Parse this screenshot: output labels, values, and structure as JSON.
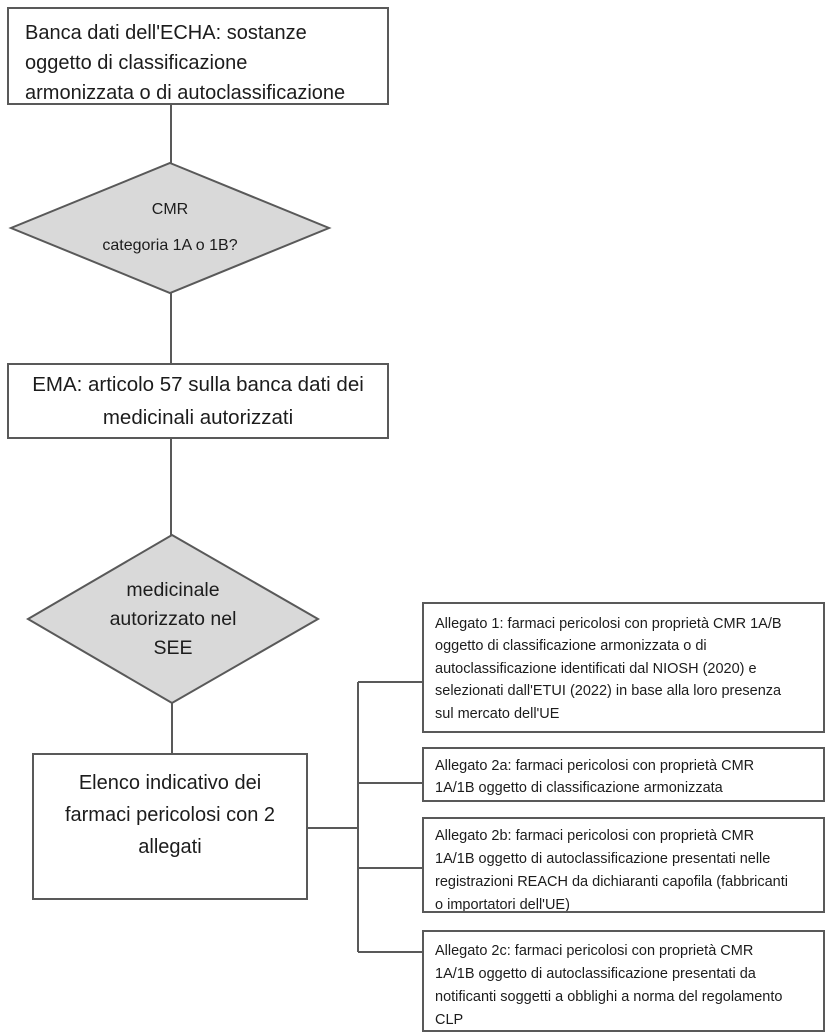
{
  "diagram": {
    "kind": "flowchart",
    "language": "it",
    "colors": {
      "background": "#ffffff",
      "border": "#595959",
      "connector": "#595959",
      "diamond_fill": "#d9d9d9",
      "text": "#1c1c1c"
    },
    "nodes": {
      "echa": {
        "type": "process",
        "lines": [
          "Banca dati dell'ECHA: sostanze",
          "oggetto di classificazione",
          "armonizzata o di autoclassificazione"
        ]
      },
      "cmr_decision": {
        "type": "decision",
        "lines": [
          "CMR",
          "categoria 1A o 1B?"
        ]
      },
      "ema": {
        "type": "process",
        "lines": [
          "EMA: articolo 57 sulla banca dati dei",
          "medicinali autorizzati"
        ]
      },
      "see_decision": {
        "type": "decision",
        "lines": [
          "medicinale",
          "autorizzato nel",
          "SEE"
        ]
      },
      "elenco": {
        "type": "process",
        "lines": [
          "Elenco indicativo dei",
          "farmaci pericolosi con 2",
          "allegati"
        ]
      },
      "allegato1": {
        "type": "annex",
        "lines": [
          "Allegato 1: farmaci pericolosi con proprietà CMR 1A/B",
          "oggetto di classificazione armonizzata o di",
          "autoclassificazione identificati dal NIOSH (2020) e",
          "selezionati dall'ETUI (2022) in base alla loro presenza",
          "sul mercato dell'UE"
        ]
      },
      "allegato2a": {
        "type": "annex",
        "lines": [
          "Allegato 2a: farmaci pericolosi con proprietà CMR",
          "1A/1B oggetto di classificazione armonizzata"
        ]
      },
      "allegato2b": {
        "type": "annex",
        "lines": [
          "Allegato 2b: farmaci pericolosi con proprietà CMR",
          "1A/1B oggetto di autoclassificazione presentati nelle",
          "registrazioni REACH da dichiaranti capofila (fabbricanti",
          "o importatori dell'UE)"
        ]
      },
      "allegato2c": {
        "type": "annex",
        "lines": [
          "Allegato 2c: farmaci pericolosi con proprietà CMR",
          "1A/1B oggetto di autoclassificazione presentati da",
          "notificanti soggetti a obblighi a norma del regolamento",
          "CLP"
        ]
      }
    },
    "edges": [
      {
        "from": "echa",
        "to": "cmr_decision"
      },
      {
        "from": "cmr_decision",
        "to": "ema"
      },
      {
        "from": "ema",
        "to": "see_decision"
      },
      {
        "from": "see_decision",
        "to": "elenco"
      },
      {
        "from": "elenco",
        "to": "allegato1"
      },
      {
        "from": "elenco",
        "to": "allegato2a"
      },
      {
        "from": "elenco",
        "to": "allegato2b"
      },
      {
        "from": "elenco",
        "to": "allegato2c"
      }
    ]
  }
}
